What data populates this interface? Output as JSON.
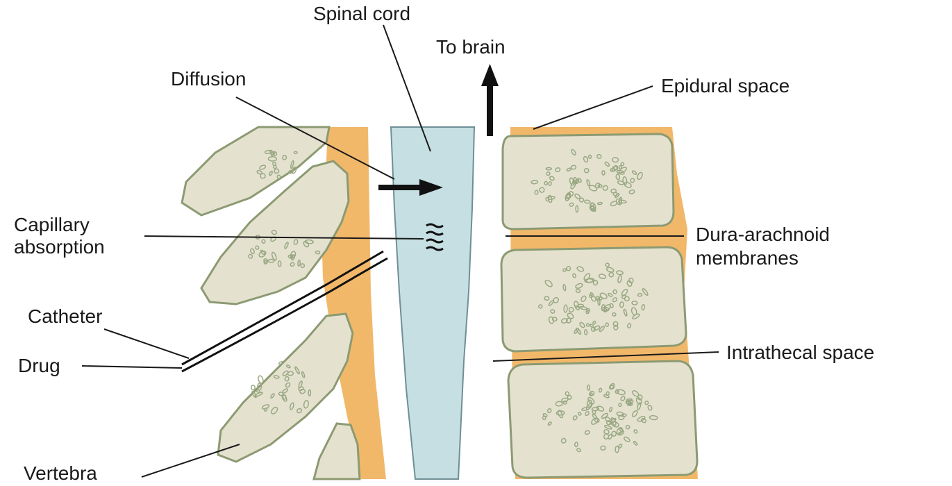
{
  "labels": {
    "spinal_cord": "Spinal cord",
    "to_brain": "To brain",
    "diffusion": "Diffusion",
    "epidural_space": "Epidural space",
    "capillary_absorption_line1": "Capillary",
    "capillary_absorption_line2": "absorption",
    "dura_line1": "Dura-arachnoid",
    "dura_line2": "membranes",
    "catheter": "Catheter",
    "drug": "Drug",
    "intrathecal_space": "Intrathecal space",
    "vertebra": "Vertebra"
  },
  "colors": {
    "bone_fill": "#e4e2cf",
    "bone_stroke": "#8c9a72",
    "fat": "#f2b86a",
    "spinal_cord": "#c6dfe3",
    "spinal_cord_stroke": "#6f8f96",
    "leader": "#1a1a1a"
  },
  "icons": {
    "flow_arrow": "up-arrow-icon",
    "diffusion_arrow": "right-arrow-icon",
    "absorption": "wavy-lines-icon"
  }
}
